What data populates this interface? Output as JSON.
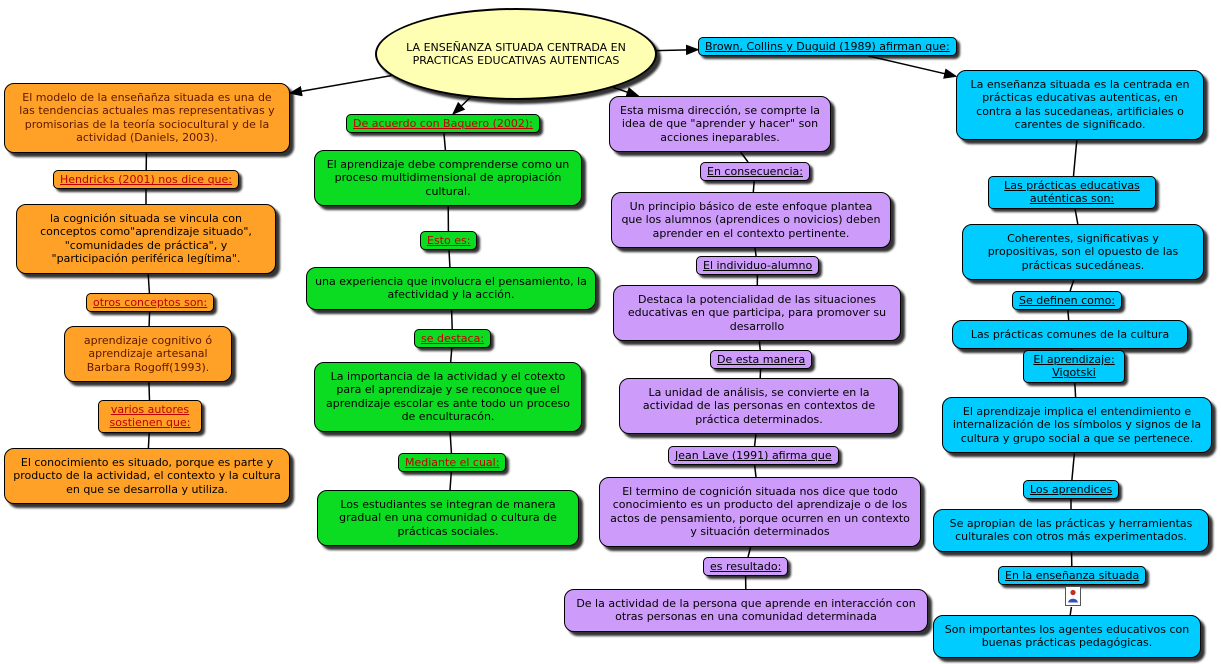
{
  "colors": {
    "root_fill": "#FFFFB3",
    "orange": "#FFA126",
    "green": "#0BDC22",
    "purple": "#CD9BFA",
    "cyan": "#00CCFF",
    "label_red": "#C00000"
  },
  "root": {
    "text": "LA ENSEÑANZA SITUADA CENTRADA EN PRACTICAS EDUCATIVAS AUTENTICAS"
  },
  "orange_branch": {
    "box1": "El modelo de la enseñañza situada es una de las tendencias actuales mas representativas y promisorias de la teoría sociocultural y de la actividad (Daniels, 2003).",
    "label1": "Hendricks (2001) nos dice que:",
    "box2": "la cognición situada se vincula con conceptos como\"aprendizaje situado\", \"comunidades de práctica\", y \"participación periférica legítima\".",
    "label2": "otros conceptos son:",
    "box3": "aprendizaje cognitivo ó aprendizaje artesanal Barbara Rogoff(1993).",
    "label3": "varios autores sostienen que:",
    "box4": "El conocimiento es situado, porque es parte y producto de la actividad, el contexto y la cultura en que se desarrolla y utiliza."
  },
  "green_branch": {
    "label1": "De acuerdo con Baquero (2002):",
    "box1": "El aprendizaje debe comprenderse como un proceso multidimensional de apropiación cultural.",
    "label2": "Esto es:",
    "box2": "una experiencia que involucra el pensamiento, la afectividad y la acción.",
    "label3": "se destaca:",
    "box3": "La importancia de la actividad y el cotexto para el aprendizaje y se reconoce que el aprendizaje escolar es ante todo un proceso de enculturacón.",
    "label4": "Mediante el cual:",
    "box4": "Los estudiantes se integran de manera gradual en una comunidad o cultura de prácticas sociales."
  },
  "purple_branch": {
    "box1": "Esta misma dirección, se comprte la idea de que \"aprender y hacer\" son acciones ineparables.",
    "label1": "En consecuencia:",
    "box2": "Un principio básico de este enfoque plantea que los alumnos (aprendices o novicios) deben aprender en el contexto pertinente.",
    "label2": "El individuo-alumno",
    "box3": "Destaca la potencialidad de las situaciones educativas en que participa, para promover su desarrollo",
    "label3": "De esta manera",
    "box4": "La unidad de análisis, se convierte en la actividad de las personas en contextos de práctica determinados.",
    "label4": "Jean Lave (1991)  afirma que",
    "box5": "El termino de cognición situada nos dice que todo conocimiento es un producto del aprendizaje o de los actos de pensamiento, porque ocurren en un contexto y situación determinados",
    "label5": "es resultado:",
    "box6": "De la actividad de la persona que aprende en interacción con otras personas en una comunidad determinada"
  },
  "cyan_branch": {
    "label0": "Brown, Collins y Duguid (1989) afirman que:",
    "box1": "La enseñanza situada es la centrada en prácticas educativas autenticas, en contra a las sucedaneas, artificiales o carentes de significado.",
    "label1": "Las prácticas educativas auténticas son:",
    "box2": "Coherentes, significativas y propositivas, son el opuesto de las prácticas sucedáneas.",
    "label2": "Se definen como:",
    "box3": "Las prácticas comunes de la cultura",
    "label3": "El aprendizaje: Vigotski",
    "box4": "El aprendizaje implica el entendimiento e internalización de los símbolos y signos de la cultura y grupo social a que se pertenece.",
    "label4": "Los aprendices",
    "box5": "Se apropian de las prácticas y herramientas culturales con otros más experimentados.",
    "label5": "En la enseñanza situada",
    "box6": "Son importantes los agentes educativos con buenas prácticas pedagógicas."
  },
  "edges": [
    {
      "from": "root",
      "to": "o-box1",
      "arrow": true
    },
    {
      "from": "root",
      "to": "g-label1",
      "arrow": true
    },
    {
      "from": "root",
      "to": "p-box1",
      "arrow": true
    },
    {
      "from": "root",
      "to": "c-label0",
      "arrow": true
    },
    {
      "from": "c-label0",
      "to": "c-box1",
      "arrow": true
    },
    {
      "from": "o-box1",
      "to": "o-label1"
    },
    {
      "from": "o-label1",
      "to": "o-box2"
    },
    {
      "from": "o-box2",
      "to": "o-label2"
    },
    {
      "from": "o-label2",
      "to": "o-box3"
    },
    {
      "from": "o-box3",
      "to": "o-label3"
    },
    {
      "from": "o-label3",
      "to": "o-box4"
    },
    {
      "from": "g-label1",
      "to": "g-box1"
    },
    {
      "from": "g-box1",
      "to": "g-label2"
    },
    {
      "from": "g-label2",
      "to": "g-box2"
    },
    {
      "from": "g-box2",
      "to": "g-label3"
    },
    {
      "from": "g-label3",
      "to": "g-box3"
    },
    {
      "from": "g-box3",
      "to": "g-label4"
    },
    {
      "from": "g-label4",
      "to": "g-box4"
    },
    {
      "from": "p-box1",
      "to": "p-label1"
    },
    {
      "from": "p-label1",
      "to": "p-box2"
    },
    {
      "from": "p-box2",
      "to": "p-label2"
    },
    {
      "from": "p-label2",
      "to": "p-box3"
    },
    {
      "from": "p-box3",
      "to": "p-label3"
    },
    {
      "from": "p-label3",
      "to": "p-box4"
    },
    {
      "from": "p-box4",
      "to": "p-label4"
    },
    {
      "from": "p-label4",
      "to": "p-box5"
    },
    {
      "from": "p-box5",
      "to": "p-label5"
    },
    {
      "from": "p-label5",
      "to": "p-box6"
    },
    {
      "from": "c-box1",
      "to": "c-label1"
    },
    {
      "from": "c-label1",
      "to": "c-box2"
    },
    {
      "from": "c-box2",
      "to": "c-label2"
    },
    {
      "from": "c-label2",
      "to": "c-box3"
    },
    {
      "from": "c-box3",
      "to": "c-label3"
    },
    {
      "from": "c-label3",
      "to": "c-box4"
    },
    {
      "from": "c-box4",
      "to": "c-label4"
    },
    {
      "from": "c-label4",
      "to": "c-box5"
    },
    {
      "from": "c-box5",
      "to": "c-label5"
    },
    {
      "from": "c-label5",
      "to": "c-icon"
    },
    {
      "from": "c-icon",
      "to": "c-box6"
    }
  ]
}
